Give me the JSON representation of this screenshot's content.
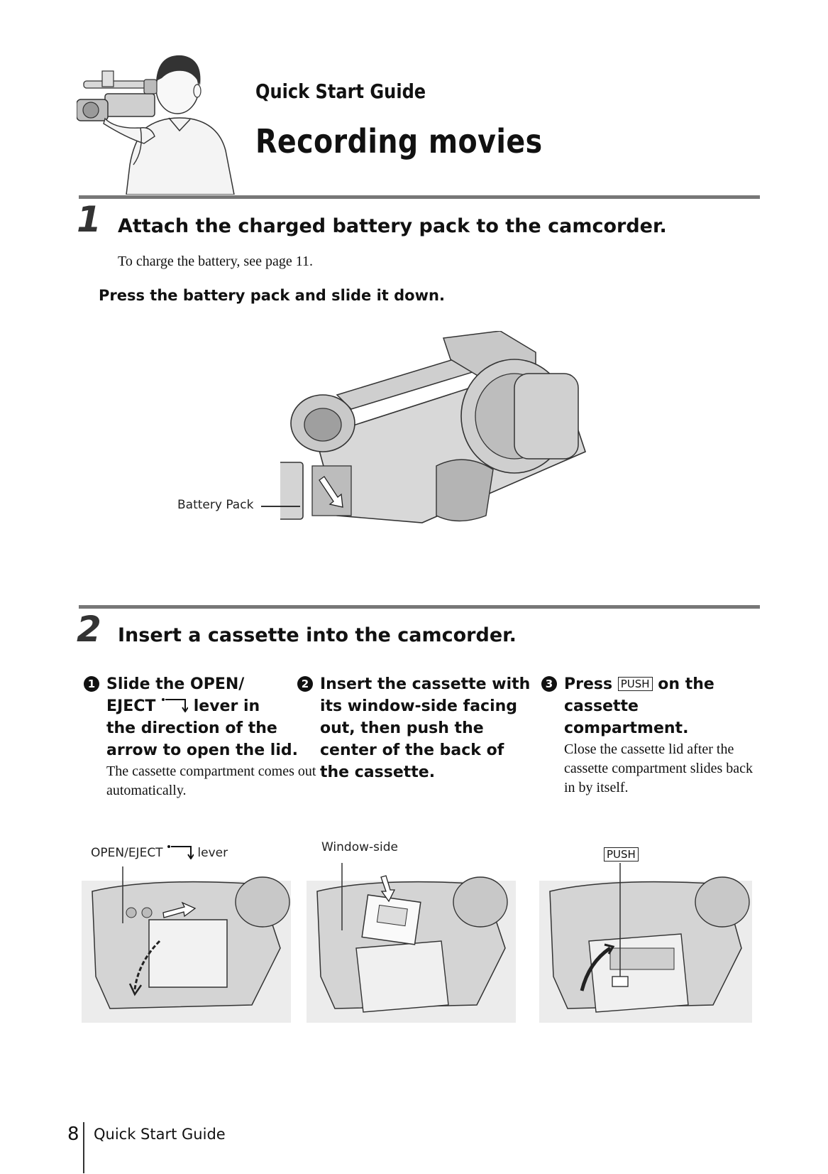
{
  "header": {
    "kicker": "Quick Start Guide",
    "title": "Recording movies"
  },
  "step1": {
    "number": "1",
    "title": "Attach the charged battery pack to the camcorder.",
    "note": "To charge the battery, see page 11.",
    "instruction": "Press the battery pack and slide it down.",
    "callout": "Battery Pack"
  },
  "step2": {
    "number": "2",
    "title": "Insert a cassette into the camcorder.",
    "columns": [
      {
        "marker": "1",
        "head_a": "Slide the OPEN/",
        "head_b": "EJECT",
        "head_c": "lever in",
        "head_rest": "the direction of the arrow to open the lid.",
        "body": "The cassette compartment comes out automatically."
      },
      {
        "marker": "2",
        "head": "Insert the cassette with its window-side facing out, then push the center of the back of the cassette.",
        "body": ""
      },
      {
        "marker": "3",
        "head_a": "Press",
        "push": "PUSH",
        "head_b": "on the cassette compartment.",
        "body": "Close the cassette lid after the cassette compartment slides back in by itself."
      }
    ],
    "callouts": {
      "lever_a": "OPEN/EJECT",
      "lever_b": "lever",
      "window": "Window-side",
      "push": "PUSH"
    }
  },
  "footer": {
    "page_number": "8",
    "label": "Quick Start Guide"
  },
  "colors": {
    "rule": "#777777",
    "illustration_fill": "#d8d8d8",
    "illustration_line": "#333333"
  }
}
